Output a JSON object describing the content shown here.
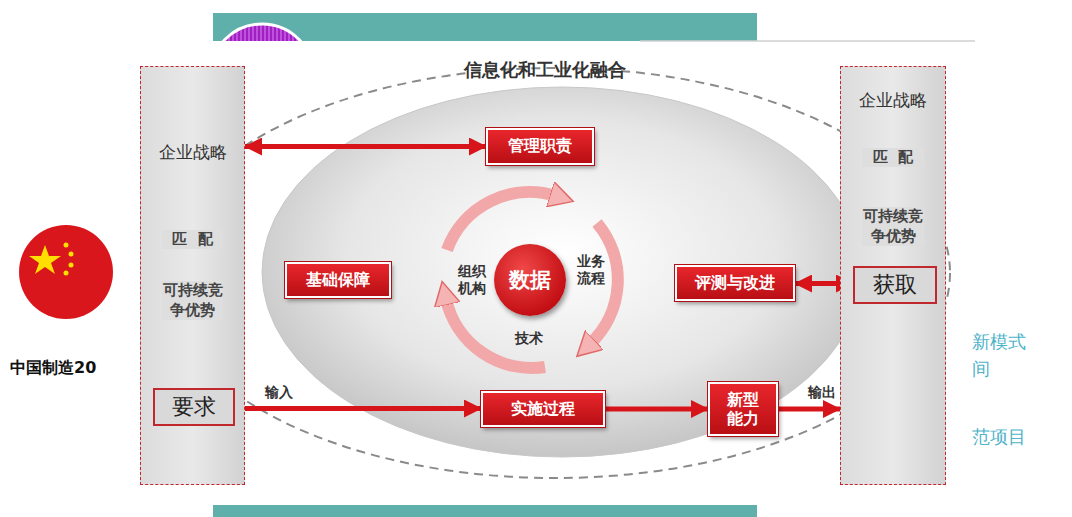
{
  "diagram": {
    "title": "信息化和工业化融合",
    "nodes": [
      {
        "text": [
          "企业战略",
          "匹配",
          "可持续竞争优势"
        ]
      },
      {
        "text": [
          "要求"
        ],
        "in": 0
      },
      {
        "text": [
          "管理职责"
        ]
      },
      {
        "text": [
          "基础保障"
        ]
      },
      {
        "text": [
          "数据"
        ]
      },
      {
        "text": [
          "评测与改进"
        ]
      },
      {
        "text": [
          "实施过程"
        ]
      },
      {
        "text": [
          "新型能力"
        ]
      },
      {
        "text": [
          "企业战略",
          "匹配",
          "可持续竞争优势"
        ]
      },
      {
        "text": [
          "获取"
        ],
        "in": 8
      }
    ],
    "edges": [
      {
        "from": 0,
        "to": 2,
        "arrow": "both"
      },
      {
        "from": 5,
        "to": 9,
        "arrow": "both"
      },
      {
        "from": 1,
        "to": 6,
        "label": "输入",
        "arrow": "to"
      },
      {
        "from": 6,
        "to": 7,
        "arrow": "to"
      },
      {
        "from": 7,
        "to": 8,
        "label": "输出",
        "arrow": "to"
      }
    ],
    "labels": [
      "组织机构",
      "业务流程",
      "技术",
      "中国制造20",
      "新模式",
      "间",
      "范项目"
    ]
  }
}
